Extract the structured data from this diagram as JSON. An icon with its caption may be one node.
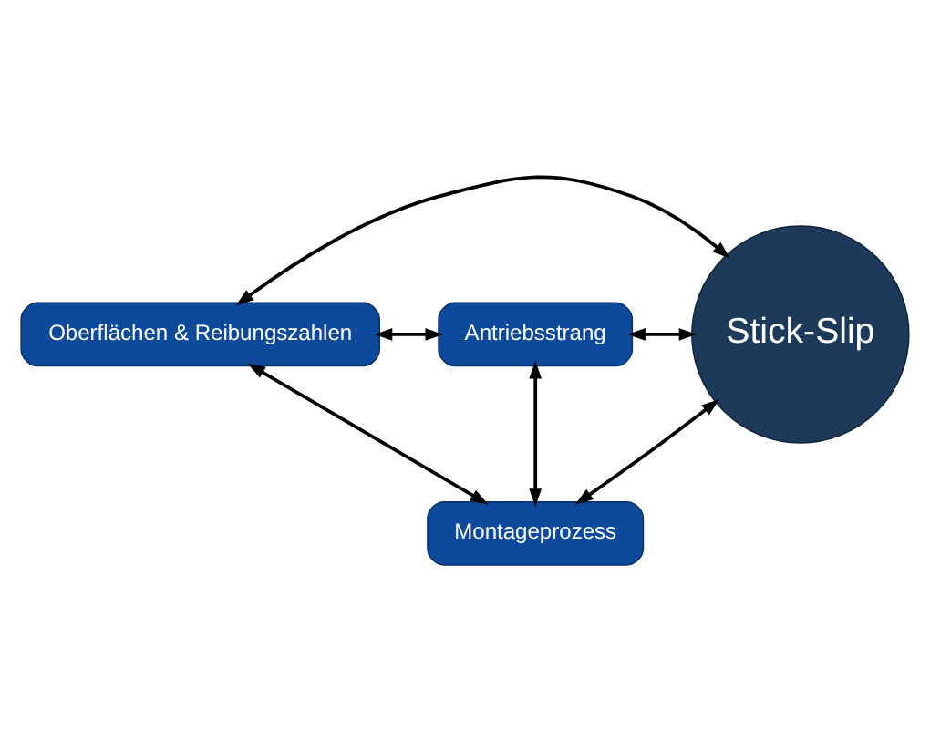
{
  "diagram": {
    "nodes": [
      {
        "text": [
          "Oberflächen & Reibungszahlen"
        ]
      },
      {
        "text": [
          "Antriebsstrang"
        ]
      },
      {
        "text": [
          "Stick-Slip"
        ]
      },
      {
        "text": [
          "Montageprozess"
        ]
      }
    ],
    "edges": [
      {
        "from": 0,
        "to": 1,
        "arrow": "both"
      },
      {
        "from": 0,
        "to": 2,
        "arrow": "both"
      },
      {
        "from": 1,
        "to": 2,
        "arrow": "both"
      },
      {
        "from": 2,
        "to": 3,
        "arrow": "both"
      },
      {
        "from": 0,
        "to": 3,
        "arrow": "both"
      },
      {
        "from": 1,
        "to": 3,
        "arrow": "both"
      }
    ]
  }
}
